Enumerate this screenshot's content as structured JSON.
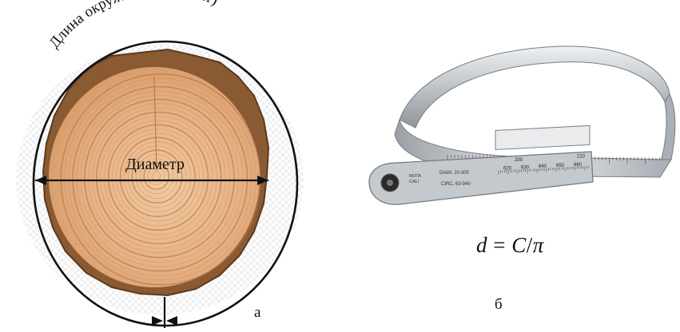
{
  "panel_a": {
    "circumference_label": "Длина окружности (обхват)",
    "diameter_label": "Диаметр",
    "letter": "а"
  },
  "panel_b": {
    "formula": {
      "lhs": "d",
      "eq": "=",
      "numerator": "C",
      "slash": "/",
      "denominator": "π"
    },
    "letter": "б",
    "tape_markings": {
      "window_scale": [
        "620",
        "630",
        "640",
        "650",
        "660"
      ],
      "window_scale_upper": [
        "200",
        "210"
      ],
      "plate_text": [
        "DIAM. 20-300",
        "CIRC. 63-940"
      ],
      "maker_text": [
        "NOTA",
        "CALI"
      ]
    }
  },
  "colors": {
    "outline": "#111111",
    "wood_light": "#e8b587",
    "wood_ring": "#c9895a",
    "bark": "#8a5a32",
    "steel": "#c9cdd1"
  }
}
